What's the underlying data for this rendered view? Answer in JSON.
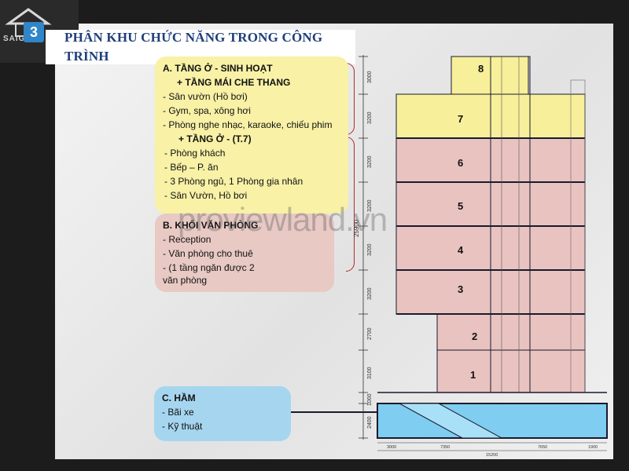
{
  "logo": {
    "text": "SAIGON",
    "icon": "house-icon"
  },
  "section": {
    "number": "3",
    "title": "PHÂN KHU CHỨC NĂNG TRONG CÔNG TRÌNH"
  },
  "panels": {
    "a": {
      "lines": [
        "A.  TẦNG Ở - SINH HOẠT",
        "+ TẦNG MÁI CHE THANG",
        "-   Sân vườn (Hồ bơi)",
        "-   Gym, spa, xông hơi",
        "-   Phòng nghe nhạc, karaoke, chiếu phim",
        "+ TẦNG Ở - (T.7)",
        "-   Phòng khách",
        "-   Bếp – P. ăn",
        "-   3 Phòng ngủ, 1 Phòng gia nhân",
        "-   Sân Vườn, Hồ bơi"
      ]
    },
    "b": {
      "lines": [
        "B. KHỐI VĂN PHÒNG",
        "-   Reception",
        "-   Văn phòng cho thuê",
        "-   (1 tầng ngăn được 2",
        "     văn phòng"
      ]
    },
    "c": {
      "lines": [
        "C. HẦM",
        "-   Bãi xe",
        "-   Kỹ thuật"
      ]
    }
  },
  "drawing": {
    "floors": [
      "8",
      "7",
      "6",
      "5",
      "4",
      "3",
      "2",
      "1"
    ],
    "heights": [
      "3000",
      "3200",
      "3200",
      "3200",
      "3200",
      "3200",
      "2700",
      "3100",
      "1000",
      "2400"
    ],
    "total": "25900",
    "bottom_dims": [
      "3000",
      "7350",
      "7650",
      "1900"
    ],
    "bottom_total": "15200",
    "colors": {
      "residential": "#f7ef9a",
      "office": "#e9c3c0",
      "basement": "#7fcdf0",
      "outline": "#1a1a2e"
    }
  },
  "watermark": "proviewland.vn"
}
